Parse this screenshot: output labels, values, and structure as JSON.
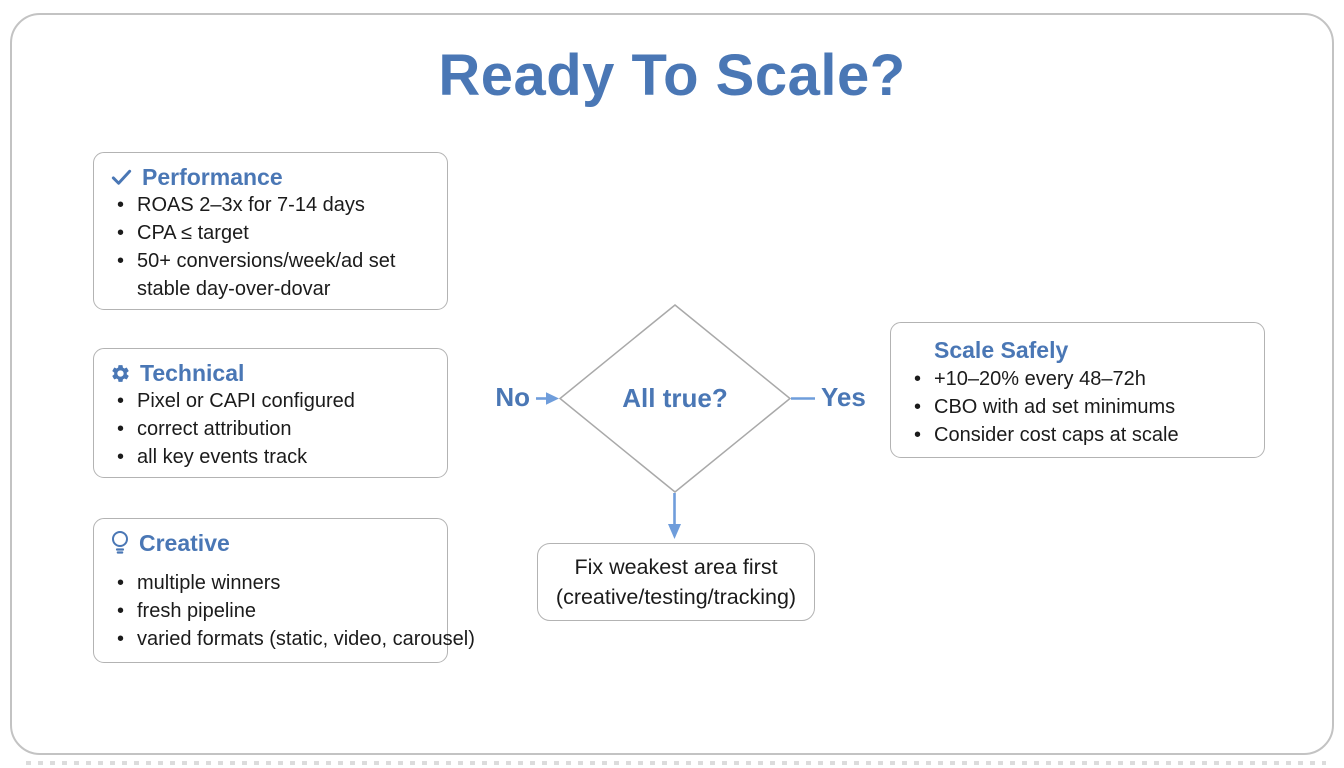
{
  "page": {
    "title": "Ready To Scale?"
  },
  "colors": {
    "accent_blue": "#4a77b5",
    "arrow_blue": "#6f9ddb",
    "box_border": "#b3b3b3",
    "diamond_border": "#a9a9a9",
    "frame_border": "#c3c3c3",
    "body_text": "#1b1b1b"
  },
  "checklist_boxes": [
    {
      "id": "performance",
      "icon": "check-icon",
      "title": "Performance",
      "items": [
        "ROAS 2–3x for 7-14 days",
        "CPA ≤ target",
        "50+ conversions/week/ad set stable day-over-dovar"
      ]
    },
    {
      "id": "technical",
      "icon": "gear-icon",
      "title": "Technical",
      "items": [
        "Pixel or CAPI configured",
        "correct attribution",
        "all key events track"
      ]
    },
    {
      "id": "creative",
      "icon": "lightbulb-icon",
      "title": "Creative",
      "items": [
        "multiple winners",
        "fresh pipeline",
        "varied formats (static, video, carousel)"
      ]
    }
  ],
  "decision": {
    "label": "All true?",
    "no_label": "No",
    "yes_label": "Yes"
  },
  "outcome_yes": {
    "title": "Scale Safely",
    "items": [
      "+10–20% every 48–72h",
      "CBO with ad set minimums",
      "Consider cost caps at scale"
    ]
  },
  "outcome_no": {
    "line1": "Fix weakest area first",
    "line2": "(creative/testing/tracking)"
  }
}
